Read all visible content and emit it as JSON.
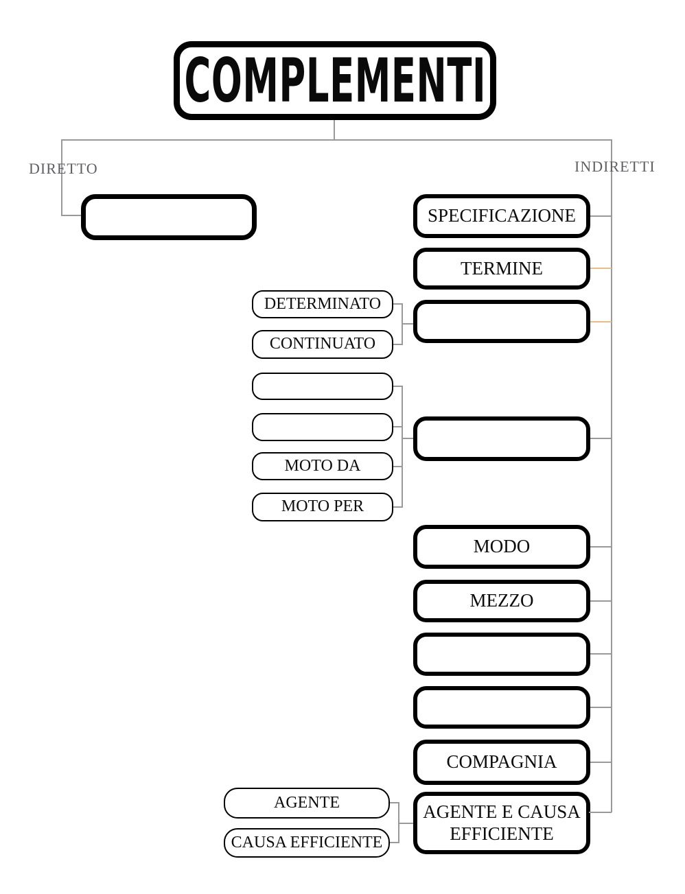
{
  "title": "COMPLEMENTI",
  "branch_labels": {
    "left": "DIRETTO",
    "right": "INDIRETTI"
  },
  "colors": {
    "connector_gray": "#999999",
    "connector_orange": "#eebb85",
    "branch_label": "#5f5f66",
    "box_border": "#000000",
    "background": "#ffffff"
  },
  "nodes": {
    "direct": {
      "label": ""
    },
    "indirect": [
      {
        "label": "SPECIFICAZIONE",
        "connector": "gray"
      },
      {
        "label": "TERMINE",
        "connector": "orange"
      },
      {
        "label": "",
        "connector": "orange"
      },
      {
        "label": "",
        "connector": "gray"
      },
      {
        "label": "MODO",
        "connector": "gray"
      },
      {
        "label": "MEZZO",
        "connector": "gray"
      },
      {
        "label": "",
        "connector": "gray"
      },
      {
        "label": "",
        "connector": "gray"
      },
      {
        "label": "COMPAGNIA",
        "connector": "gray"
      },
      {
        "label": "AGENTE E CAUSA EFFICIENTE",
        "connector": "gray"
      }
    ],
    "tempo_subtypes": [
      {
        "label": "DETERMINATO"
      },
      {
        "label": "CONTINUATO"
      }
    ],
    "luogo_subtypes": [
      {
        "label": ""
      },
      {
        "label": ""
      },
      {
        "label": "MOTO DA"
      },
      {
        "label": "MOTO PER"
      }
    ],
    "agente_subtypes": [
      {
        "label": "AGENTE"
      },
      {
        "label": "CAUSA EFFICIENTE"
      }
    ]
  }
}
